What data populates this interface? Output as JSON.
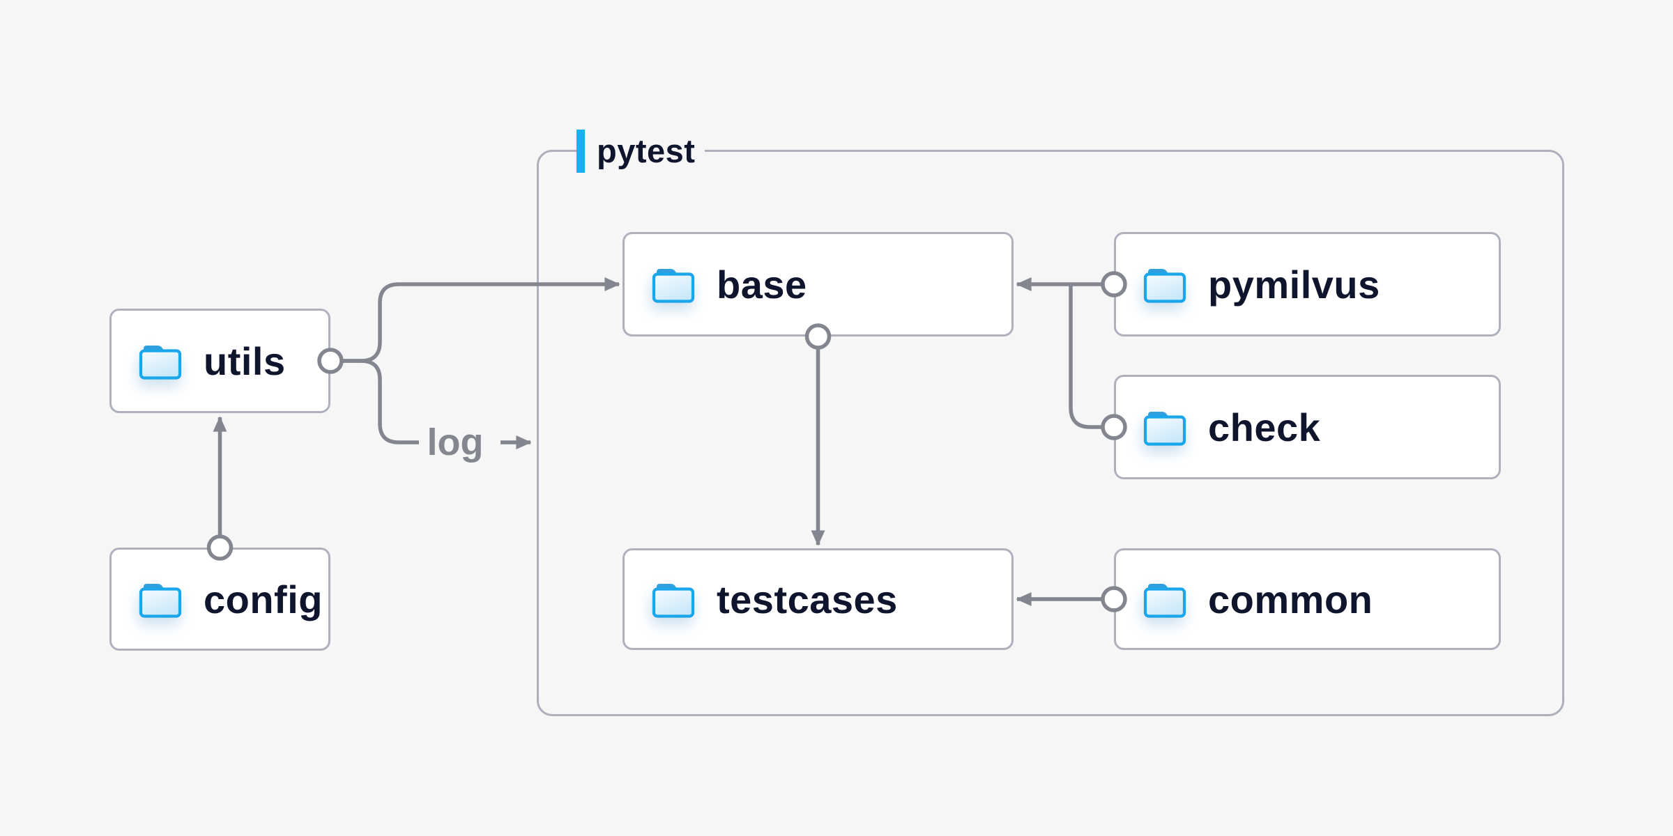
{
  "page": {
    "background_color": "#f6f6f7"
  },
  "diagram": {
    "container": {
      "label": "pytest",
      "accent_color": "#16b2f0"
    },
    "nodes": {
      "utils": {
        "label": "utils",
        "icon": "folder-icon",
        "inside_container": false
      },
      "config": {
        "label": "config",
        "icon": "folder-icon",
        "inside_container": false
      },
      "base": {
        "label": "base",
        "icon": "folder-icon",
        "inside_container": true
      },
      "pymilvus": {
        "label": "pymilvus",
        "icon": "folder-icon",
        "inside_container": true
      },
      "check": {
        "label": "check",
        "icon": "folder-icon",
        "inside_container": true
      },
      "testcases": {
        "label": "testcases",
        "icon": "folder-icon",
        "inside_container": true
      },
      "common": {
        "label": "common",
        "icon": "folder-icon",
        "inside_container": true
      }
    },
    "edges": [
      {
        "from": "config",
        "to": "utils",
        "label": ""
      },
      {
        "from": "utils",
        "to": "base",
        "label": ""
      },
      {
        "from": "utils",
        "to": "pytest-container",
        "label": "log"
      },
      {
        "from": "base",
        "to": "testcases",
        "label": ""
      },
      {
        "from": "pymilvus",
        "to": "base",
        "label": ""
      },
      {
        "from": "check",
        "to": "base",
        "label": ""
      },
      {
        "from": "common",
        "to": "testcases",
        "label": ""
      }
    ],
    "colors": {
      "line": "#84868f",
      "node_border": "#aeb1bd",
      "container_border": "#adb0bc",
      "node_background": "#ffffff",
      "label_text": "#10152e",
      "edge_label_text": "#85878f",
      "folder_stroke": "#19a6eb",
      "folder_tab": "#2f9fdf",
      "folder_fill_light": "#f7fcff",
      "folder_fill_dark": "#c9e8fa"
    }
  }
}
